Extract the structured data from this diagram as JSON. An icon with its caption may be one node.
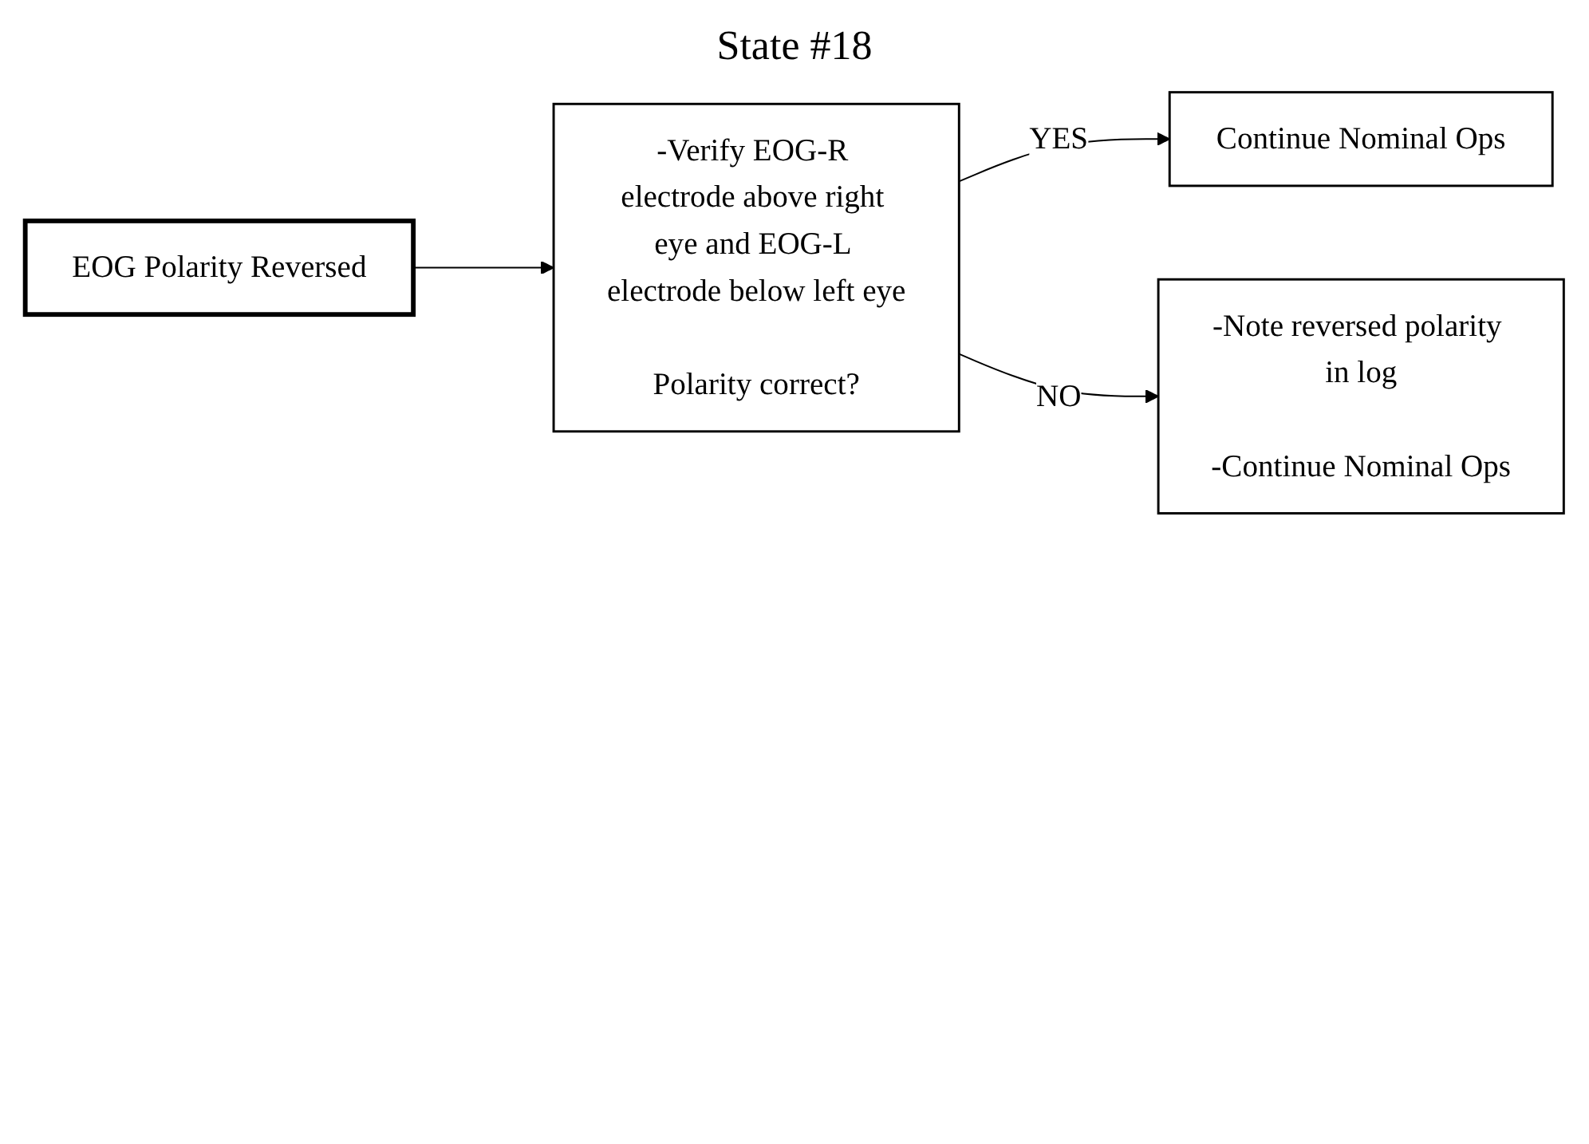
{
  "diagram": {
    "title": "State #18",
    "nodes": [
      {
        "text": [
          "EOG Polarity Reversed"
        ]
      },
      {
        "text": [
          "-Verify EOG-R electrode above right eye and EOG-L electrode below left eye",
          "Polarity correct?"
        ]
      },
      {
        "text": [
          "Continue Nominal Ops"
        ]
      },
      {
        "text": [
          "-Note reversed polarity in log",
          "-Continue Nominal Ops"
        ]
      }
    ],
    "edges": [
      {
        "from": 0,
        "to": 1,
        "arrow": "to"
      },
      {
        "from": 1,
        "to": 2,
        "arrow": "to",
        "label": "YES"
      },
      {
        "from": 1,
        "to": 3,
        "arrow": "to",
        "label": "NO"
      }
    ]
  }
}
